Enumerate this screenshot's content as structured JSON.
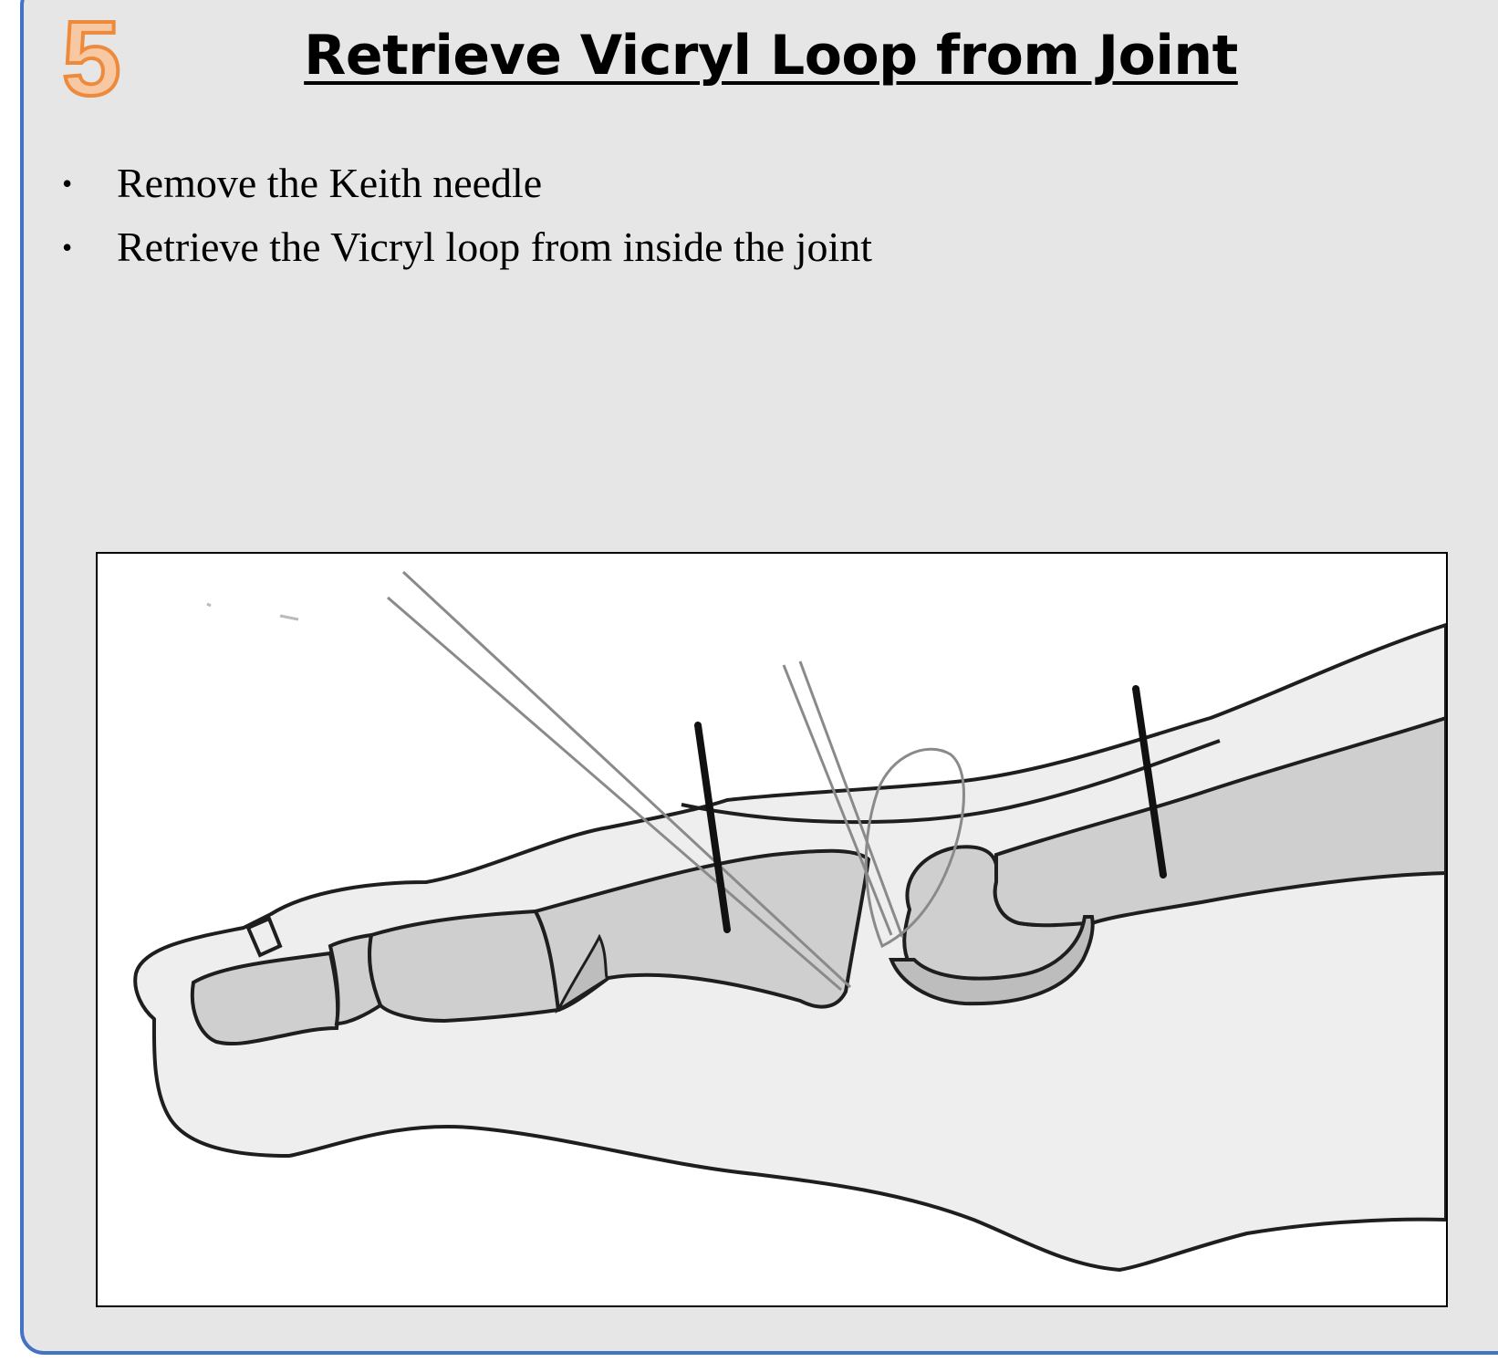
{
  "slide": {
    "step_number": "5",
    "title": "Retrieve Vicryl Loop from Joint",
    "bullets": [
      "Remove the Keith needle",
      "Retrieve the Vicryl loop from inside the joint"
    ],
    "bullet_symbol": "•"
  },
  "figure": {
    "subject": "toe-joint-illustration",
    "colors": {
      "frame_border": "#4472c4",
      "step_number_fill": "#f7c8a2",
      "step_number_stroke": "#ed8a3c",
      "soft_tissue": "#eeeeee",
      "bone": "#cfcfcf",
      "outline": "#1e1e1e",
      "suture": "#8a8a8a"
    }
  }
}
